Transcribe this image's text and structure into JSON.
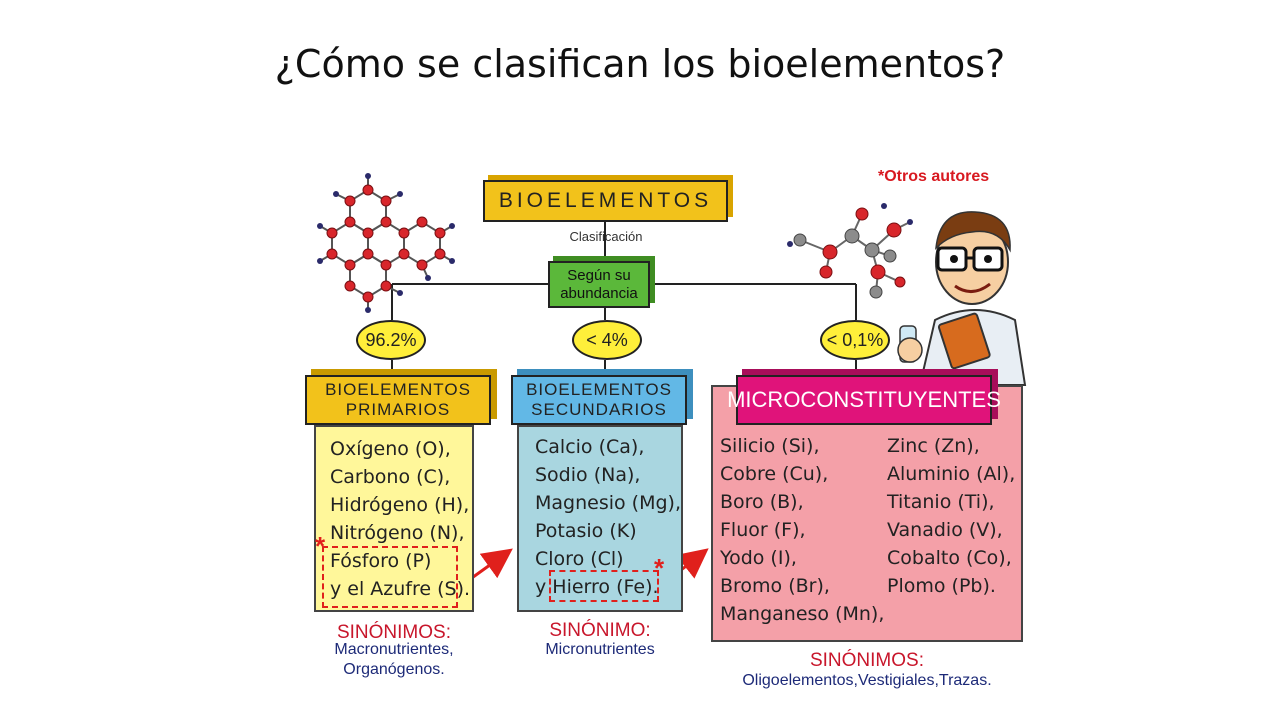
{
  "slide": {
    "title": "¿Cómo se clasifican los bioelementos?"
  },
  "diagram": {
    "root": "BIOELEMENTOS",
    "root_caption": "Clasificación",
    "criterion_line1": "Según su",
    "criterion_line2": "abundancia",
    "other_authors": "Otros autores",
    "asterisk": "*",
    "groups": [
      {
        "percent": "96.2%",
        "title_line1": "BIOELEMENTOS",
        "title_line2": "PRIMARIOS",
        "items": [
          "Oxígeno (O),",
          "Carbono (C),",
          "Hidrógeno (H),",
          "Nitrógeno (N),",
          "Fósforo (P)",
          "y el Azufre (S)."
        ],
        "synonym_title": "SINÓNIMOS:",
        "synonym_line1": "Macronutrientes,",
        "synonym_line2": "Organógenos."
      },
      {
        "percent": "< 4%",
        "title_line1": "BIOELEMENTOS",
        "title_line2": "SECUNDARIOS",
        "items": [
          "Calcio (Ca),",
          "Sodio (Na),",
          "Magnesio (Mg),",
          "Potasio (K)",
          "Cloro (Cl)",
          "y Hierro (Fe)."
        ],
        "synonym_title": "SINÓNIMO:",
        "synonym_line1": "Micronutrientes"
      },
      {
        "percent": "< 0,1%",
        "title_line1": "MICROCONSTITUYENTES",
        "items_left": [
          "Silicio (Si),",
          "Cobre (Cu),",
          "Boro (B),",
          "Fluor (F),",
          "Yodo (I),",
          "Bromo (Br),",
          "Manganeso (Mn),"
        ],
        "items_right": [
          "Zinc (Zn),",
          "Aluminio (Al),",
          "Titanio (Ti),",
          "Vanadio (V),",
          "Cobalto (Co),",
          "Plomo (Pb)."
        ],
        "synonym_title": "SINÓNIMOS:",
        "synonym_line1": "Oligoelementos,Vestigiales,Trazas."
      }
    ]
  },
  "colors": {
    "yellow": "#f2c21b",
    "green": "#5bb83a",
    "blue": "#62b8e6",
    "magenta": "#e0137a",
    "pink_panel": "#f4a0a8",
    "light_yellow_panel": "#fff79a",
    "light_blue_panel": "#a9d6e0",
    "accent_red": "#e0201c"
  }
}
